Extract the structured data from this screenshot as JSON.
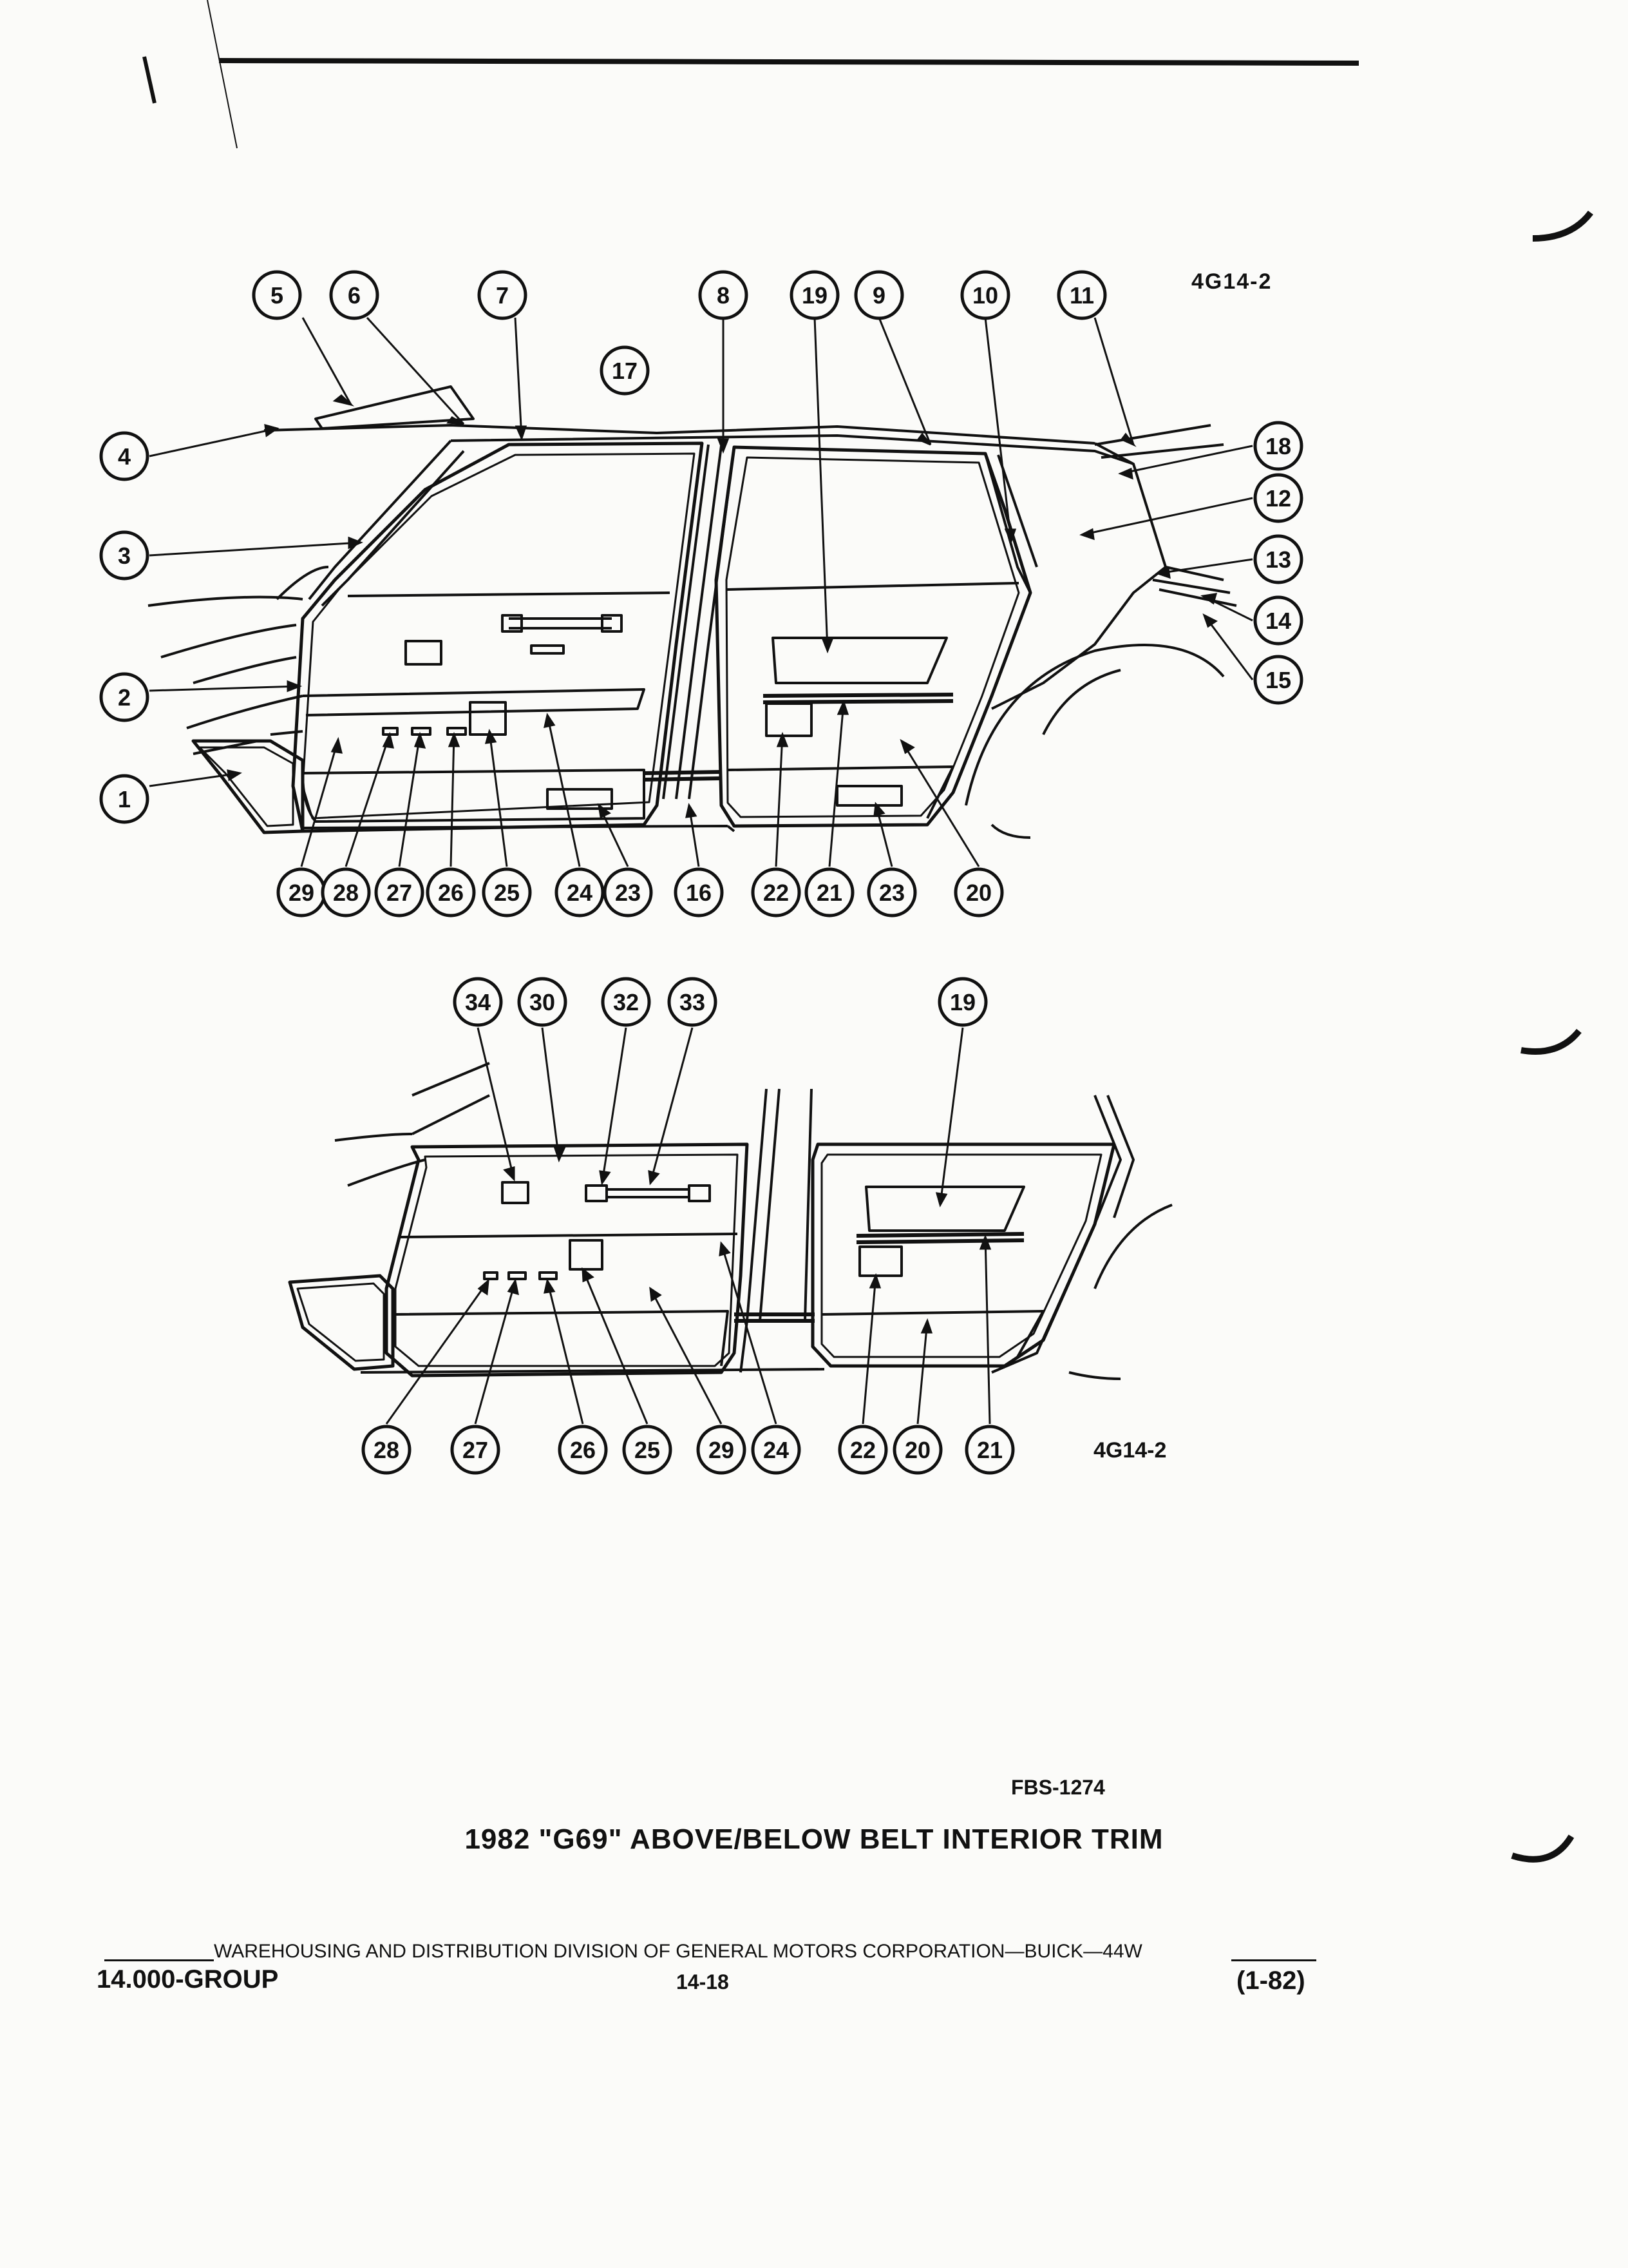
{
  "figure_code": "4G14-2",
  "figure_ref": "FBS-1274",
  "figure_code_bottom": "4G14-2",
  "title": "1982 \"G69\" ABOVE/BELOW BELT INTERIOR TRIM",
  "footer": {
    "line": "WAREHOUSING AND DISTRIBUTION  DIVISION OF GENERAL MOTORS CORPORATION—BUICK—44W",
    "group": "14.000-GROUP",
    "page": "14-18",
    "date": "(1-82)"
  },
  "callouts_top": [
    {
      "id": "c1",
      "label": "1"
    },
    {
      "id": "c2",
      "label": "2"
    },
    {
      "id": "c3",
      "label": "3"
    },
    {
      "id": "c4",
      "label": "4"
    },
    {
      "id": "c5",
      "label": "5"
    },
    {
      "id": "c6",
      "label": "6"
    },
    {
      "id": "c7",
      "label": "7"
    },
    {
      "id": "c8",
      "label": "8"
    },
    {
      "id": "c19a",
      "label": "19"
    },
    {
      "id": "c9",
      "label": "9"
    },
    {
      "id": "c10",
      "label": "10"
    },
    {
      "id": "c11",
      "label": "11"
    },
    {
      "id": "c17",
      "label": "17"
    },
    {
      "id": "c18",
      "label": "18"
    },
    {
      "id": "c12",
      "label": "12"
    },
    {
      "id": "c13",
      "label": "13"
    },
    {
      "id": "c14",
      "label": "14"
    },
    {
      "id": "c15",
      "label": "15"
    },
    {
      "id": "c29a",
      "label": "29"
    },
    {
      "id": "c28a",
      "label": "28"
    },
    {
      "id": "c27a",
      "label": "27"
    },
    {
      "id": "c26a",
      "label": "26"
    },
    {
      "id": "c25a",
      "label": "25"
    },
    {
      "id": "c24a",
      "label": "24"
    },
    {
      "id": "c23a",
      "label": "23"
    },
    {
      "id": "c16",
      "label": "16"
    },
    {
      "id": "c22a",
      "label": "22"
    },
    {
      "id": "c21a",
      "label": "21"
    },
    {
      "id": "c23b",
      "label": "23"
    },
    {
      "id": "c20a",
      "label": "20"
    }
  ],
  "callouts_bottom": [
    {
      "id": "d34",
      "label": "34"
    },
    {
      "id": "d30",
      "label": "30"
    },
    {
      "id": "d32",
      "label": "32"
    },
    {
      "id": "d33",
      "label": "33"
    },
    {
      "id": "d19",
      "label": "19"
    },
    {
      "id": "d28",
      "label": "28"
    },
    {
      "id": "d27",
      "label": "27"
    },
    {
      "id": "d26",
      "label": "26"
    },
    {
      "id": "d25",
      "label": "25"
    },
    {
      "id": "d29",
      "label": "29"
    },
    {
      "id": "d24",
      "label": "24"
    },
    {
      "id": "d22",
      "label": "22"
    },
    {
      "id": "d20",
      "label": "20"
    },
    {
      "id": "d21",
      "label": "21"
    }
  ]
}
